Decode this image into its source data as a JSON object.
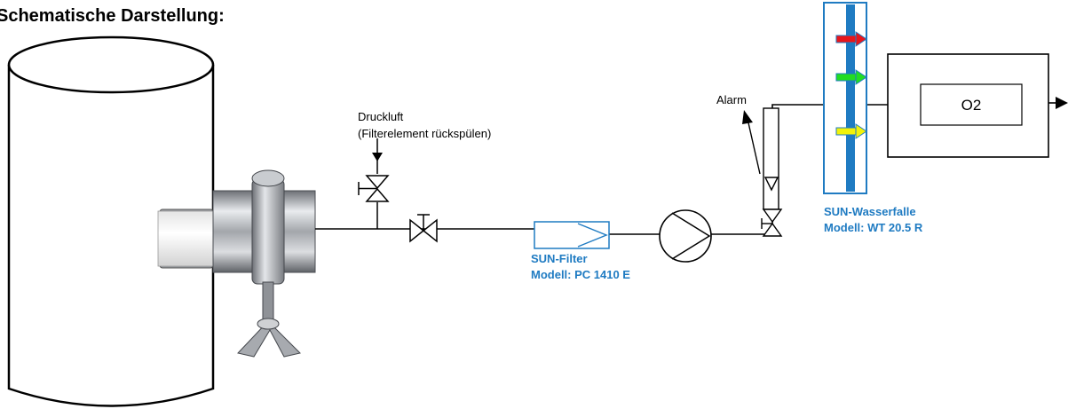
{
  "diagram": {
    "title": "Schematische Darstellung:",
    "compressed_air": {
      "line1": "Druckluft",
      "line2": "(Filterelement rückspülen)"
    },
    "alarm_label": "Alarm",
    "filter": {
      "name": "SUN-Filter",
      "model": "Modell: PC 1410 E"
    },
    "waterfall": {
      "name": "SUN-Wasserfalle",
      "model": "Modell: WT 20.5 R"
    },
    "analyzer_label": "O2",
    "colors": {
      "accent_blue": "#1f7bc2",
      "arrow_red": "#e8161b",
      "arrow_green": "#22dd22",
      "arrow_yellow": "#f2f20a",
      "steel": "#b9bcc2"
    }
  }
}
